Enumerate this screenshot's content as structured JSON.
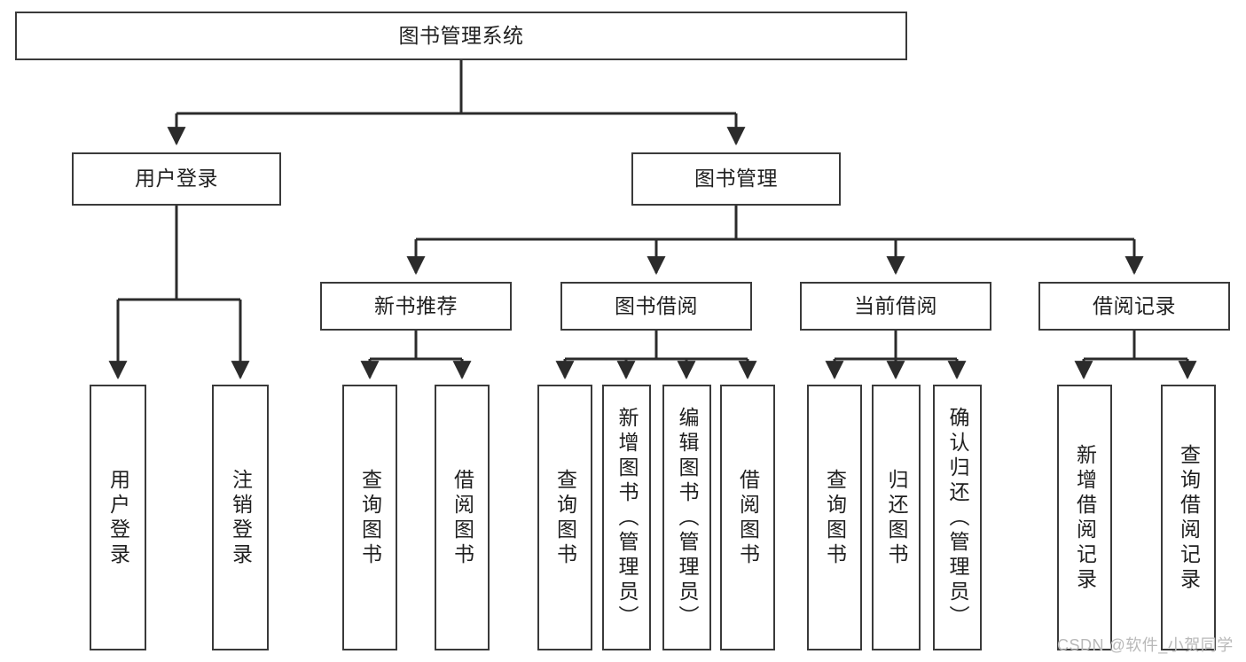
{
  "diagram": {
    "type": "tree",
    "title": "图书管理系统",
    "orientation": "top-down",
    "colors": {
      "box_border": "#3a3a3a",
      "box_fill": "#ffffff",
      "edge": "#2b2b2b",
      "text": "#1f1f1f",
      "watermark": "#b9b9b9",
      "background": "#ffffff"
    },
    "watermark": "CSDN @软件_小贺同学",
    "levels": {
      "level1": [
        {
          "id": "root",
          "label": "图书管理系统"
        }
      ],
      "level2": [
        {
          "id": "user-login",
          "label": "用户登录",
          "parent": "root"
        },
        {
          "id": "book-manage",
          "label": "图书管理",
          "parent": "root"
        }
      ],
      "level3": [
        {
          "id": "new-book-rec",
          "label": "新书推荐",
          "parent": "book-manage"
        },
        {
          "id": "book-borrow",
          "label": "图书借阅",
          "parent": "book-manage"
        },
        {
          "id": "current-borrow",
          "label": "当前借阅",
          "parent": "book-manage"
        },
        {
          "id": "borrow-record",
          "label": "借阅记录",
          "parent": "book-manage"
        }
      ],
      "leaves": [
        {
          "id": "leaf-user-login",
          "label": "用户登录",
          "parent": "user-login"
        },
        {
          "id": "leaf-user-logout",
          "label": "注销登录",
          "parent": "user-login"
        },
        {
          "id": "leaf-rec-query",
          "label": "查询图书",
          "parent": "new-book-rec"
        },
        {
          "id": "leaf-rec-borrow",
          "label": "借阅图书",
          "parent": "new-book-rec"
        },
        {
          "id": "leaf-borrow-query",
          "label": "查询图书",
          "parent": "book-borrow"
        },
        {
          "id": "leaf-borrow-add",
          "label": "新增图书（管理员）",
          "parent": "book-borrow"
        },
        {
          "id": "leaf-borrow-edit",
          "label": "编辑图书（管理员）",
          "parent": "book-borrow"
        },
        {
          "id": "leaf-borrow-lend",
          "label": "借阅图书",
          "parent": "book-borrow"
        },
        {
          "id": "leaf-cur-query",
          "label": "查询图书",
          "parent": "current-borrow"
        },
        {
          "id": "leaf-cur-return",
          "label": "归还图书",
          "parent": "current-borrow"
        },
        {
          "id": "leaf-cur-confirm",
          "label": "确认归还（管理员）",
          "parent": "current-borrow"
        },
        {
          "id": "leaf-rec-add",
          "label": "新增借阅记录",
          "parent": "borrow-record"
        },
        {
          "id": "leaf-rec-query-record",
          "label": "查询借阅记录",
          "parent": "borrow-record"
        }
      ]
    }
  }
}
